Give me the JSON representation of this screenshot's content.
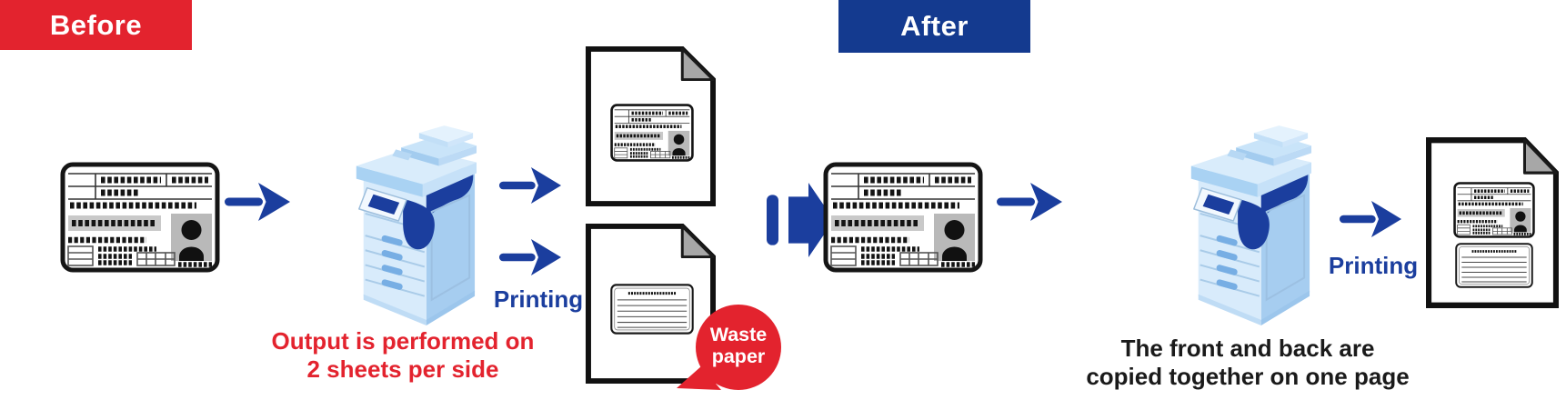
{
  "badges": {
    "before": "Before",
    "after": "After"
  },
  "before_flow": {
    "printing_label": "Printing",
    "caption_line1": "Output is performed on",
    "caption_line2": "2 sheets per side",
    "waste_bubble_line1": "Waste",
    "waste_bubble_line2": "paper"
  },
  "after_flow": {
    "printing_label": "Printing",
    "caption_line1": "The front and back are",
    "caption_line2": "copied together on one page"
  },
  "colors": {
    "before_badge_red": "#E3232E",
    "after_badge_blue": "#143A8F",
    "arrow_blue": "#1B3E9E",
    "transition_arrow_gray": "#3A3A3A",
    "waste_bubble_red": "#E3232E",
    "caption_red": "#E3232E",
    "caption_black": "#1A1A1A",
    "page_fold_gray": "#A7A7A7",
    "copier_light_blue": "#D8EBFB",
    "copier_mid_blue": "#A6CDF0",
    "copier_screen_navy": "#1B3E9E"
  },
  "icons": {
    "id_card_front": "svg-shape",
    "id_card_back": "svg-shape",
    "copier": "svg-shape",
    "arrow_right": "svg-shape",
    "printed_page": "svg-shape",
    "transition_arrow": "svg-shape",
    "speech_bubble": "svg-shape"
  }
}
